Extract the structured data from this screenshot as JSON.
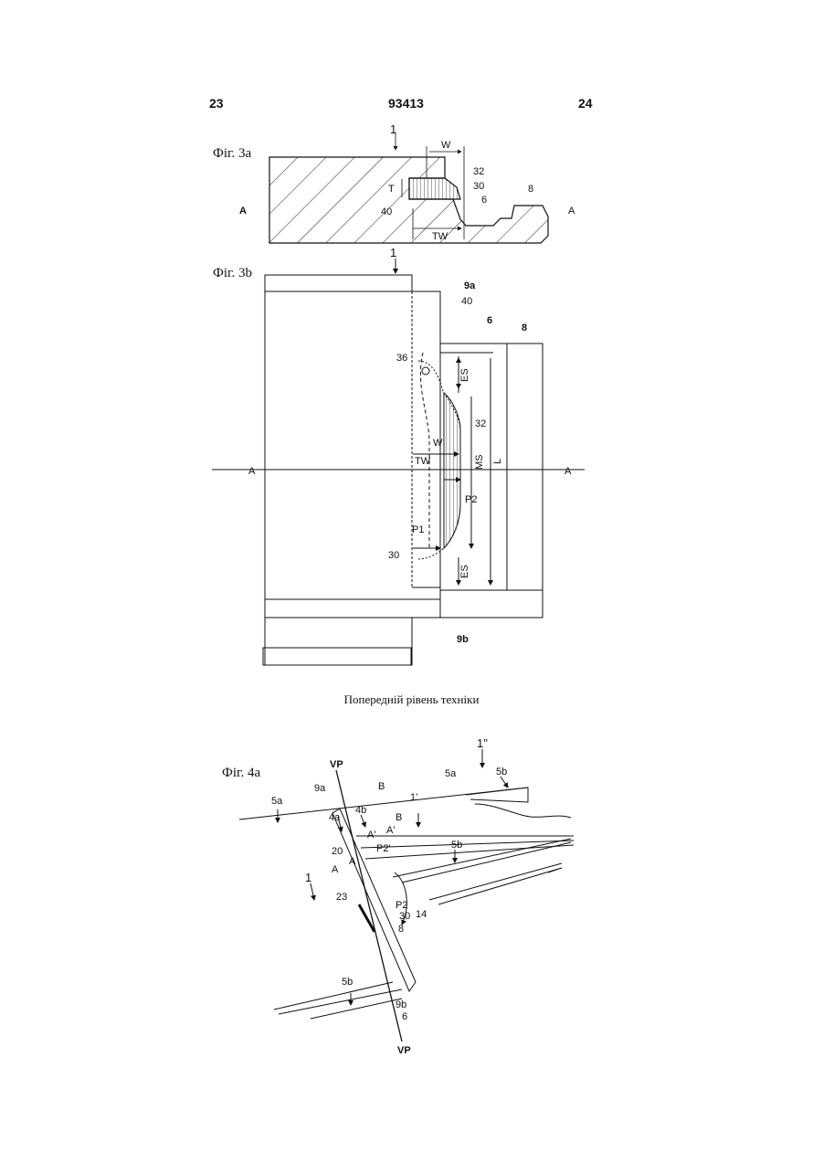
{
  "header": {
    "left_page": "23",
    "patent_number": "93413",
    "right_page": "24"
  },
  "figures": {
    "fig3a": {
      "label": "Фіг. 3а",
      "refs": {
        "r1": "1",
        "rW": "W",
        "r32": "32",
        "r30": "30",
        "rT": "T",
        "r40": "40",
        "r6": "6",
        "r8": "8",
        "rTW": "TW",
        "rA_left": "A",
        "rA_right": "A"
      }
    },
    "fig3b": {
      "label": "Фіг. 3b",
      "refs": {
        "r1": "1",
        "r9a": "9a",
        "r40": "40",
        "r6": "6",
        "r8": "8",
        "r36": "36",
        "rES_top": "ES",
        "r32": "32",
        "rW": "W",
        "rTW": "TW",
        "rMS": "MS",
        "rL": "L",
        "rA_left": "A",
        "rA_right": "A",
        "rP2": "P2",
        "rP1": "P1",
        "r30": "30",
        "rES_bot": "ES",
        "r9b": "9b"
      }
    },
    "caption": "Попередній рівень техніки",
    "fig4a": {
      "label": "Фіг. 4а",
      "refs": {
        "rVP_top": "VP",
        "r1dd": "1\"",
        "r5b_top": "5b",
        "r5a_right": "5a",
        "r9a": "9a",
        "rB1": "B",
        "rB2": "B",
        "r1d": "1'",
        "r5a_left": "5a",
        "r4b": "4b",
        "r4a": "4a",
        "rA1d": "A'",
        "rA2d": "A'",
        "r20": "20",
        "rP2d": "P2'",
        "r5b_mid": "5b",
        "rA1": "A",
        "rA2": "A",
        "r1": "1",
        "r23": "23",
        "rP2": "P2",
        "r30": "30",
        "r14": "14",
        "r8": "8",
        "r5b_bot": "5b",
        "r9b": "9b",
        "r6": "6",
        "rVP_bot": "VP"
      }
    }
  }
}
